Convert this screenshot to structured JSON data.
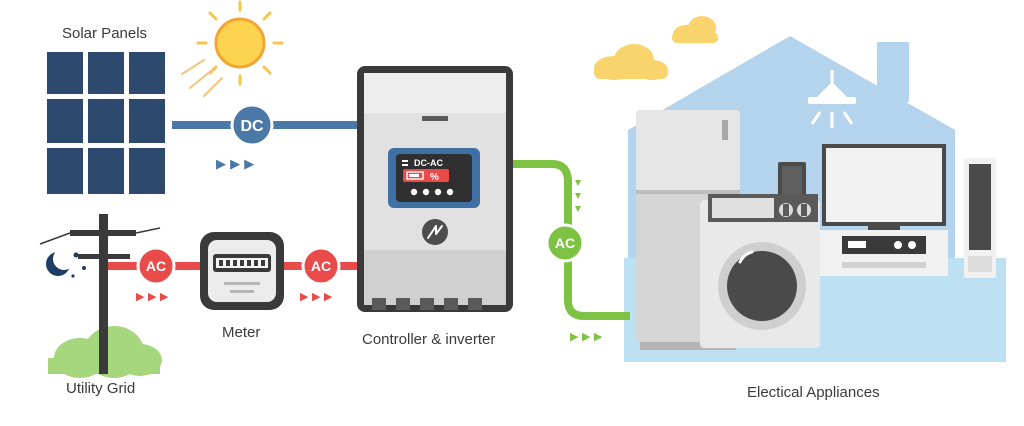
{
  "labels": {
    "solar_panels": "Solar Panels",
    "utility_grid": "Utility Grid",
    "meter": "Meter",
    "controller": "Controller & inverter",
    "appliances": "Electical Appliances"
  },
  "badges": {
    "dc": "DC",
    "ac_grid": "AC",
    "ac_meter": "AC",
    "ac_out": "AC"
  },
  "inverter_screen": {
    "title": "DC-AC",
    "percent": "%"
  },
  "flow_arrows": "▶ ▶ ▶",
  "colors": {
    "dc_line": "#4a79a8",
    "ac_grid_line": "#e94b4b",
    "ac_out_line": "#7dc242",
    "house": "#b3d4ec",
    "floor": "#bde0f2",
    "panel": "#2d4a6e",
    "inverter_body": "#e1e1e1",
    "screen_bezel": "#3f6fa3"
  },
  "icons": [
    "sun-icon",
    "cloud-icon",
    "moon-icon",
    "star-icon",
    "lightning-icon",
    "lamp-icon"
  ]
}
